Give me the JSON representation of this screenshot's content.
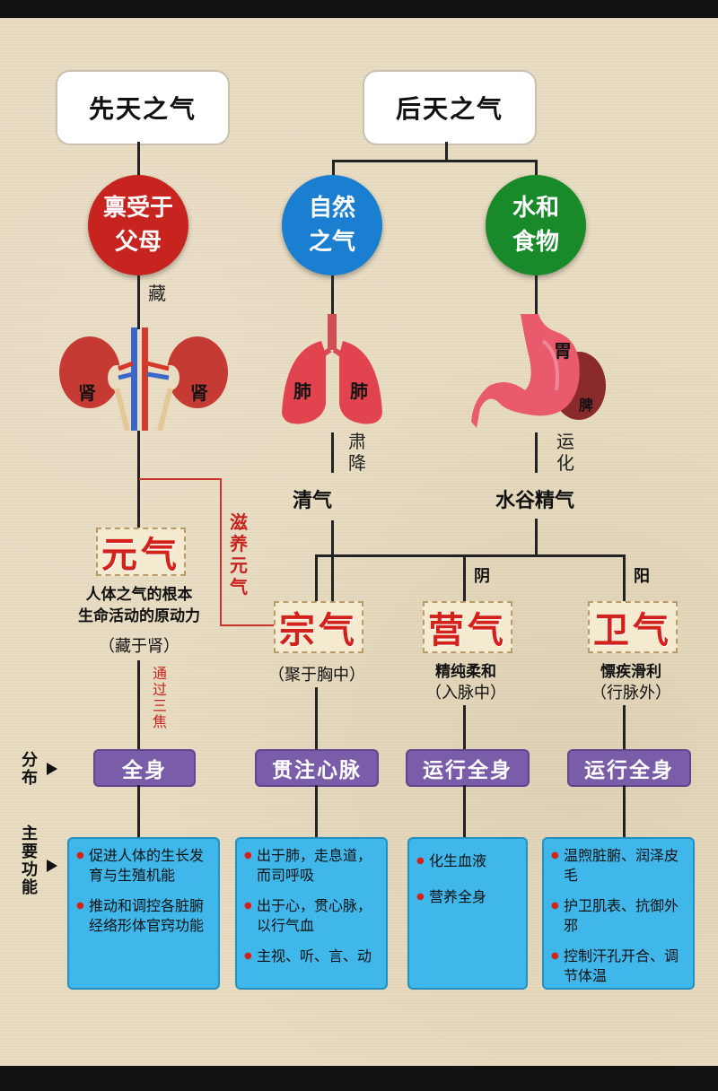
{
  "headers": {
    "left": "先天之气",
    "right": "后天之气"
  },
  "sources": [
    {
      "lines": [
        "禀受于",
        "父母"
      ],
      "color": "#c8241f"
    },
    {
      "lines": [
        "自然",
        "之气"
      ],
      "color": "#1a7fd0"
    },
    {
      "lines": [
        "水和",
        "食物"
      ],
      "color": "#188a2a"
    }
  ],
  "connectors": {
    "cang": "藏",
    "sujiang": "肃降",
    "yunhua": "运化",
    "zi_yang": "滋养元气",
    "tongguo": "通过三焦"
  },
  "organs": {
    "kidney_left": "肾",
    "kidney_right": "肾",
    "lung_left": "肺",
    "lung_right": "肺",
    "stomach": "胃",
    "spleen": "脾"
  },
  "mid_labels": {
    "qingqi": "清气",
    "shuigu": "水谷精气",
    "yin": "阴",
    "yang": "阳"
  },
  "qi_types": {
    "yuan": {
      "name": "元气",
      "desc": [
        "人体之气的根本",
        "生命活动的原动力"
      ],
      "note": "（藏于肾）"
    },
    "zong": {
      "name": "宗气",
      "note": "（聚于胸中）"
    },
    "ying": {
      "name": "营气",
      "desc": "精纯柔和",
      "note": "（入脉中）"
    },
    "wei": {
      "name": "卫气",
      "desc": "慓疾滑利",
      "note": "（行脉外）"
    }
  },
  "side_labels": {
    "fenbu": "分布",
    "zhuyao": "主要功能"
  },
  "distribution": [
    "全身",
    "贯注心脉",
    "运行全身",
    "运行全身"
  ],
  "functions": [
    [
      "促进人体的生长发育与生殖机能",
      "推动和调控各脏腑经络形体官窍功能"
    ],
    [
      "出于肺，走息道，而司呼吸",
      "出于心，贯心脉，以行气血",
      "主视、听、言、动"
    ],
    [
      "化生血液",
      "营养全身"
    ],
    [
      "温煦脏腑、润泽皮毛",
      "护卫肌表、抗御外邪",
      "控制汗孔开合、调节体温"
    ]
  ]
}
